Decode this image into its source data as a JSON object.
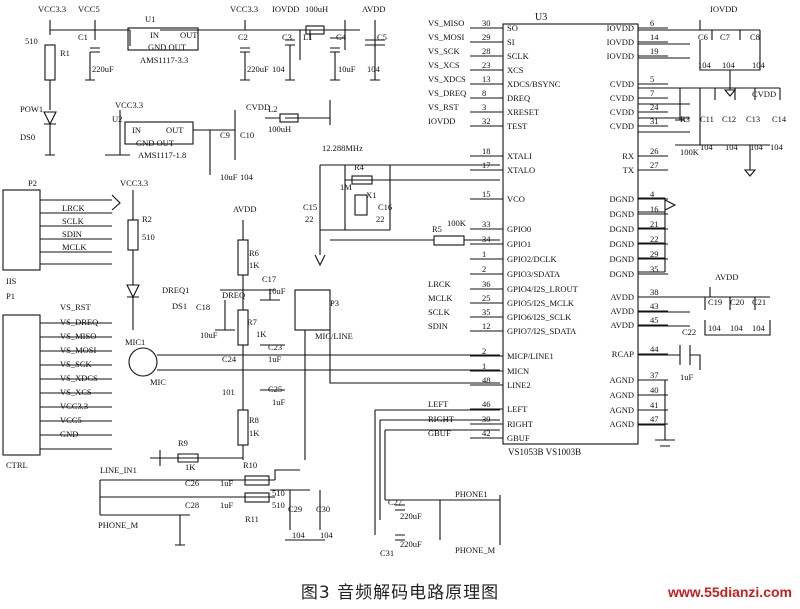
{
  "caption": "图3 音频解码电路原理图",
  "watermark": "www.55dianzi.com",
  "u3": {
    "ref": "U3",
    "part": "VS1053B VS1003B",
    "left_pins": [
      {
        "name": "VS_MISO",
        "num": "30",
        "label": "SO"
      },
      {
        "name": "VS_MOSI",
        "num": "29",
        "label": "SI"
      },
      {
        "name": "VS_SCK",
        "num": "28",
        "label": "SCLK"
      },
      {
        "name": "VS_XCS",
        "num": "23",
        "label": "XCS"
      },
      {
        "name": "VS_XDCS",
        "num": "13",
        "label": "XDCS/BSYNC"
      },
      {
        "name": "VS_DREQ",
        "num": "8",
        "label": "DREQ"
      },
      {
        "name": "VS_RST",
        "num": "3",
        "label": "XRESET"
      },
      {
        "name": "IOVDD",
        "num": "32",
        "label": "TEST"
      },
      {
        "name": "",
        "num": "18",
        "label": "XTALI"
      },
      {
        "name": "",
        "num": "17",
        "label": "XTALO"
      },
      {
        "name": "",
        "num": "15",
        "label": "VCO"
      },
      {
        "name": "",
        "num": "33",
        "label": "GPIO0"
      },
      {
        "name": "",
        "num": "34",
        "label": "GPIO1"
      },
      {
        "name": "",
        "num": "1",
        "label": "GPIO2/DCLK"
      },
      {
        "name": "",
        "num": "2",
        "label": "GPIO3/SDATA"
      },
      {
        "name": "LRCK",
        "num": "36",
        "label": "GPIO4/I2S_LROUT"
      },
      {
        "name": "MCLK",
        "num": "25",
        "label": "GPIO5/I2S_MCLK"
      },
      {
        "name": "SCLK",
        "num": "35",
        "label": "GPIO6/I2S_SCLK"
      },
      {
        "name": "SDIN",
        "num": "12",
        "label": "GPIO7/I2S_SDATA"
      },
      {
        "name": "",
        "num": "2",
        "label": "MICP/LINE1"
      },
      {
        "name": "",
        "num": "1",
        "label": "MICN"
      },
      {
        "name": "",
        "num": "48",
        "label": "LINE2"
      },
      {
        "name": "LEFT",
        "num": "46",
        "label": "LEFT"
      },
      {
        "name": "RIGHT",
        "num": "39",
        "label": "RIGHT"
      },
      {
        "name": "GBUF",
        "num": "42",
        "label": "GBUF"
      }
    ],
    "right_pins": [
      {
        "num": "6",
        "label": "IOVDD"
      },
      {
        "num": "14",
        "label": "IOVDD"
      },
      {
        "num": "19",
        "label": "IOVDD"
      },
      {
        "num": "5",
        "label": "CVDD"
      },
      {
        "num": "7",
        "label": "CVDD"
      },
      {
        "num": "24",
        "label": "CVDD"
      },
      {
        "num": "31",
        "label": "CVDD"
      },
      {
        "num": "26",
        "label": "RX"
      },
      {
        "num": "27",
        "label": "TX"
      },
      {
        "num": "4",
        "label": "DGND"
      },
      {
        "num": "16",
        "label": "DGND"
      },
      {
        "num": "21",
        "label": "DGND"
      },
      {
        "num": "22",
        "label": "DGND"
      },
      {
        "num": "29",
        "label": "DGND"
      },
      {
        "num": "35",
        "label": "DGND"
      },
      {
        "num": "38",
        "label": "AVDD"
      },
      {
        "num": "43",
        "label": "AVDD"
      },
      {
        "num": "45",
        "label": "AVDD"
      },
      {
        "num": "44",
        "label": "RCAP"
      },
      {
        "num": "37",
        "label": "AGND"
      },
      {
        "num": "40",
        "label": "AGND"
      },
      {
        "num": "41",
        "label": "AGND"
      },
      {
        "num": "47",
        "label": "AGND"
      }
    ]
  },
  "labels": [
    {
      "t": "VCC3.3"
    },
    {
      "t": "VCC5"
    },
    {
      "t": "U1"
    },
    {
      "t": "IN"
    },
    {
      "t": "OUT"
    },
    {
      "t": "GND OUT"
    },
    {
      "t": "AMS1117-3.3"
    },
    {
      "t": "VCC3.3"
    },
    {
      "t": "IOVDD"
    },
    {
      "t": "100uH"
    },
    {
      "t": "AVDD"
    },
    {
      "t": "L1"
    },
    {
      "t": "510"
    },
    {
      "t": "R1"
    },
    {
      "t": "220uF"
    },
    {
      "t": "220uF"
    },
    {
      "t": "104"
    },
    {
      "t": "10uF"
    },
    {
      "t": "104"
    },
    {
      "t": "POW1"
    },
    {
      "t": "DS0"
    },
    {
      "t": "VCC3.3"
    },
    {
      "t": "U2"
    },
    {
      "t": "IN"
    },
    {
      "t": "OUT"
    },
    {
      "t": "GND OUT"
    },
    {
      "t": "AMS1117-1.8"
    },
    {
      "t": "CVDD"
    },
    {
      "t": "L2"
    },
    {
      "t": "100uH"
    },
    {
      "t": "C9"
    },
    {
      "t": "C10"
    },
    {
      "t": "10uF"
    },
    {
      "t": "104"
    },
    {
      "t": "P2"
    },
    {
      "t": "LRCK"
    },
    {
      "t": "SCLK"
    },
    {
      "t": "SDIN"
    },
    {
      "t": "MCLK"
    },
    {
      "t": "IIS"
    },
    {
      "t": "P1"
    },
    {
      "t": "VS_RST"
    },
    {
      "t": "VS_DREQ"
    },
    {
      "t": "VS_MISO"
    },
    {
      "t": "VS_MOSI"
    },
    {
      "t": "VS_SCK"
    },
    {
      "t": "VS_XDCS"
    },
    {
      "t": "VS_XCS"
    },
    {
      "t": "VCC3.3"
    },
    {
      "t": "VCC5"
    },
    {
      "t": "GND"
    },
    {
      "t": "CTRL"
    },
    {
      "t": "VCC3.3"
    },
    {
      "t": "R2"
    },
    {
      "t": "510"
    },
    {
      "t": "DREQ1"
    },
    {
      "t": "DS1"
    },
    {
      "t": "DREQ"
    },
    {
      "t": "AVDD"
    },
    {
      "t": "R6"
    },
    {
      "t": "1K"
    },
    {
      "t": "C18"
    },
    {
      "t": "10uF"
    },
    {
      "t": "C17"
    },
    {
      "t": "10uF"
    },
    {
      "t": "R7"
    },
    {
      "t": "1K"
    },
    {
      "t": "P3"
    },
    {
      "t": "MIC/LINE"
    },
    {
      "t": "MIC1"
    },
    {
      "t": "MIC"
    },
    {
      "t": "C24"
    },
    {
      "t": "C23"
    },
    {
      "t": "1uF"
    },
    {
      "t": "C25"
    },
    {
      "t": "101"
    },
    {
      "t": "1uF"
    },
    {
      "t": "R8"
    },
    {
      "t": "1K"
    },
    {
      "t": "R9"
    },
    {
      "t": "1K"
    },
    {
      "t": "R10"
    },
    {
      "t": "LINE_IN1"
    },
    {
      "t": "C26"
    },
    {
      "t": "1uF"
    },
    {
      "t": "510"
    },
    {
      "t": "C28"
    },
    {
      "t": "1uF"
    },
    {
      "t": "510"
    },
    {
      "t": "R11"
    },
    {
      "t": "PHONE_M"
    },
    {
      "t": "C29"
    },
    {
      "t": "C30"
    },
    {
      "t": "104"
    },
    {
      "t": "104"
    },
    {
      "t": "12.288MHz"
    },
    {
      "t": "R4"
    },
    {
      "t": "1M"
    },
    {
      "t": "X1"
    },
    {
      "t": "C15"
    },
    {
      "t": "C16"
    },
    {
      "t": "22"
    },
    {
      "t": "22"
    },
    {
      "t": "R5"
    },
    {
      "t": "100K"
    },
    {
      "t": "C27"
    },
    {
      "t": "220uF"
    },
    {
      "t": "220uF"
    },
    {
      "t": "C31"
    },
    {
      "t": "PHONE1"
    },
    {
      "t": "PHONE_M"
    },
    {
      "t": "IOVDD"
    },
    {
      "t": "C6"
    },
    {
      "t": "C7"
    },
    {
      "t": "C8"
    },
    {
      "t": "104"
    },
    {
      "t": "104"
    },
    {
      "t": "104"
    },
    {
      "t": "CVDD"
    },
    {
      "t": "R3"
    },
    {
      "t": "100K"
    },
    {
      "t": "C11"
    },
    {
      "t": "C12"
    },
    {
      "t": "C13"
    },
    {
      "t": "C14"
    },
    {
      "t": "104"
    },
    {
      "t": "104"
    },
    {
      "t": "104"
    },
    {
      "t": "104"
    },
    {
      "t": "AVDD"
    },
    {
      "t": "C19"
    },
    {
      "t": "C20"
    },
    {
      "t": "C21"
    },
    {
      "t": "104"
    },
    {
      "t": "104"
    },
    {
      "t": "104"
    },
    {
      "t": "C22"
    },
    {
      "t": "1uF"
    },
    {
      "t": "C5"
    },
    {
      "t": "C1"
    },
    {
      "t": "C2"
    },
    {
      "t": "C3"
    },
    {
      "t": "C4"
    }
  ]
}
